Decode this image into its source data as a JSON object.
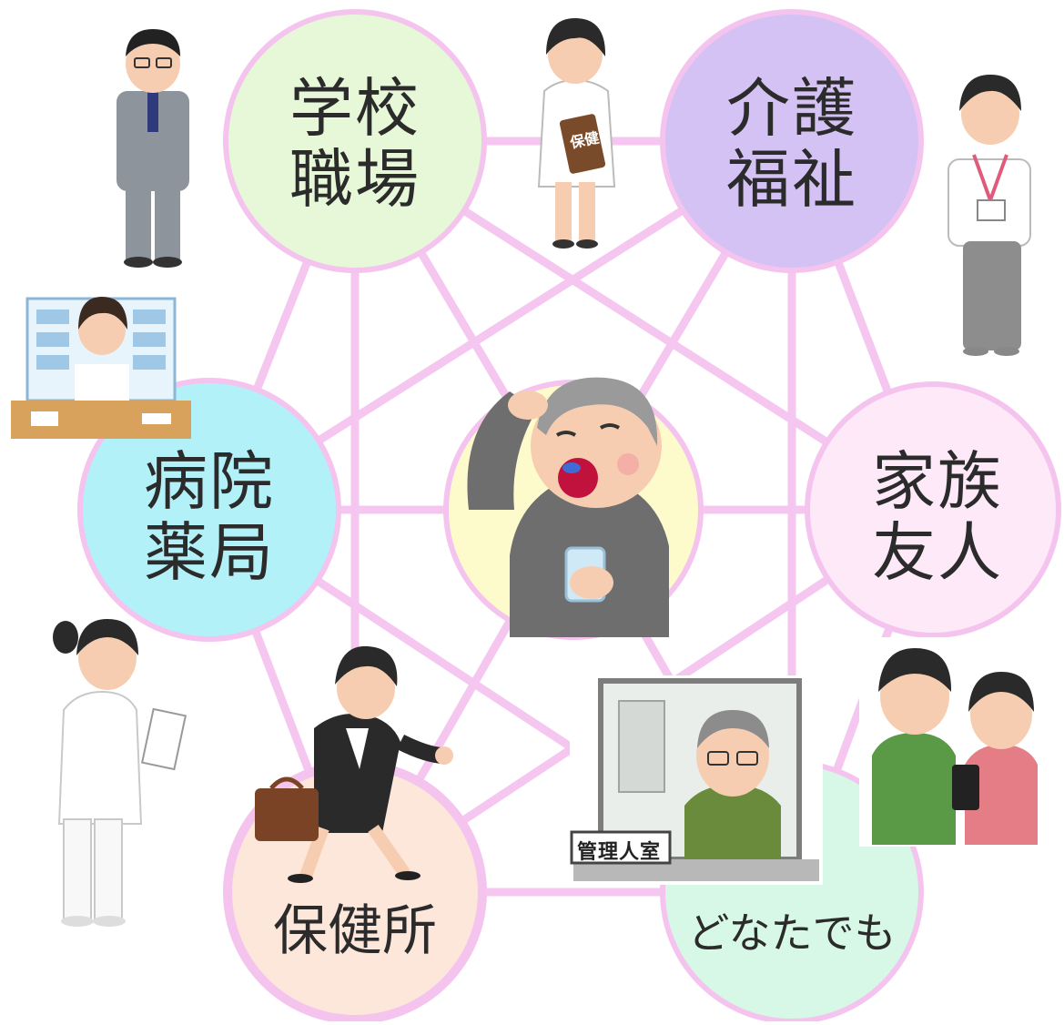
{
  "nodes": {
    "school_work": {
      "label": "学校\n職場",
      "color": "#e6f8d8"
    },
    "care_welfare": {
      "label": "介護\n福祉",
      "color": "#d4c2f5"
    },
    "hospital_pharmacy": {
      "label": "病院\n薬局",
      "color": "#b3f1f8"
    },
    "family_friends": {
      "label": "家族\n友人",
      "color": "#fde9f8"
    },
    "health_center": {
      "label": "保健所",
      "color": "#fde6da"
    },
    "anyone": {
      "label": "どなたでも",
      "color": "#d7f8e6"
    },
    "center": {
      "color": "#fdfbcc"
    }
  },
  "sign": {
    "text": "管理人室"
  },
  "badge": {
    "text": "保健"
  },
  "line_color": "#f5c6ef",
  "border_color": "#f4c4ef"
}
